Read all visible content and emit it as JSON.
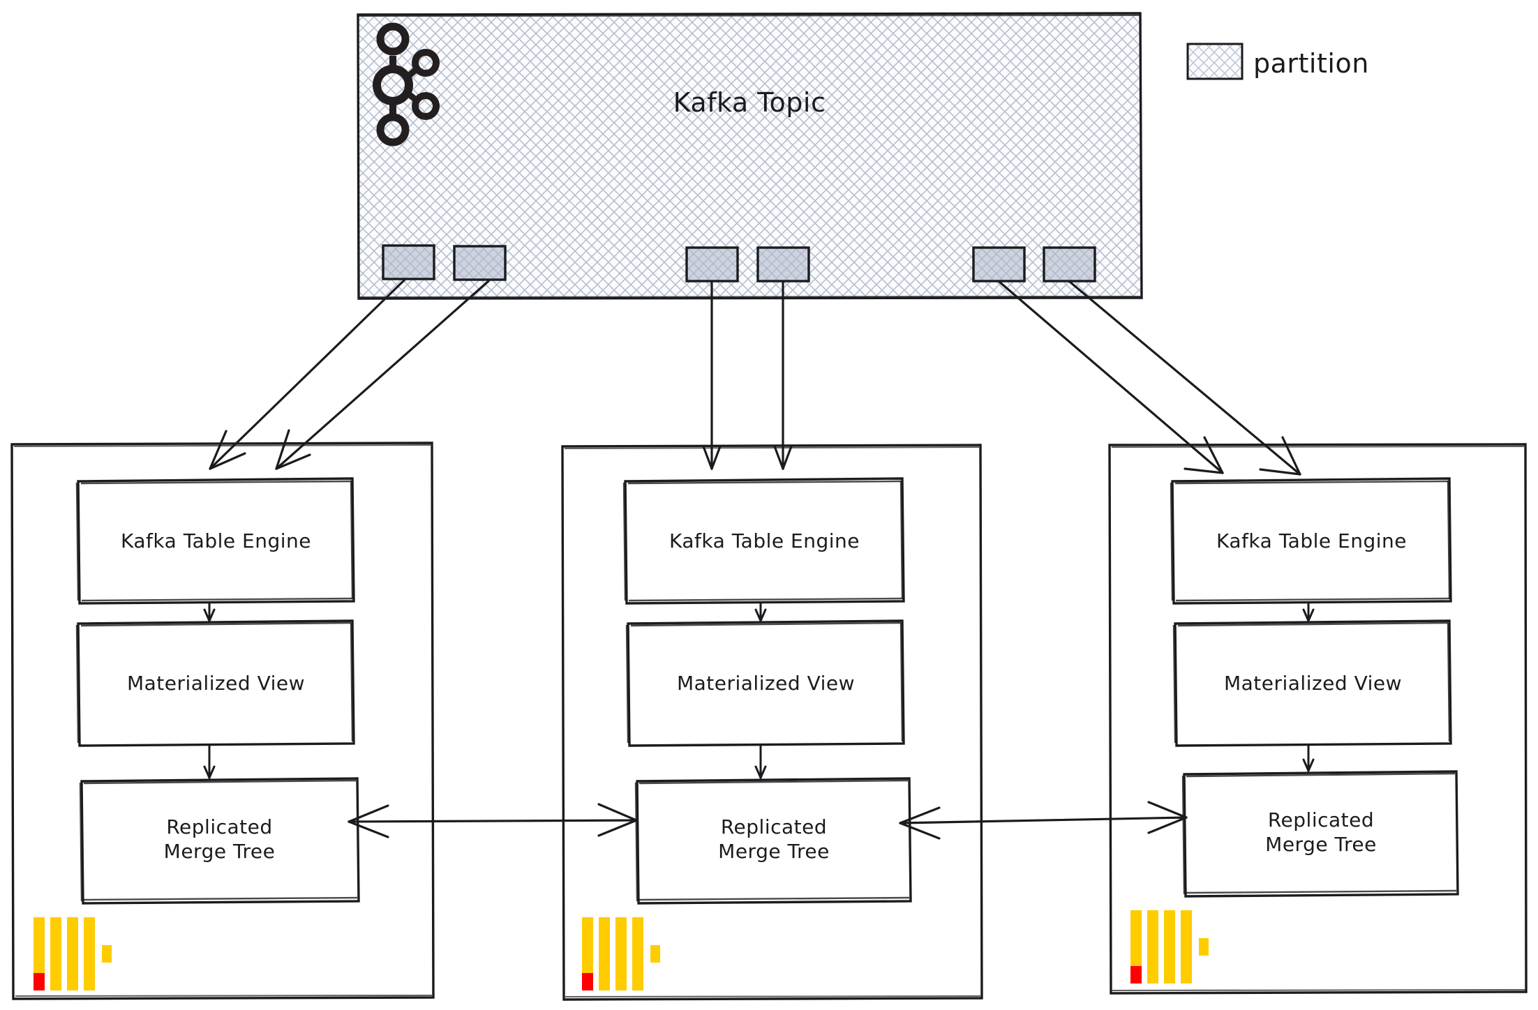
{
  "diagram": {
    "title_block": {
      "label": "Kafka Topic",
      "icon": "kafka-logo-icon",
      "fill_pattern": "cross-hatch",
      "stroke": "#1b1b1f"
    },
    "legend": {
      "swatch_pattern": "cross-hatch",
      "label": "partition"
    },
    "partitions": [
      {
        "id": "p0",
        "cluster": 0
      },
      {
        "id": "p1",
        "cluster": 0
      },
      {
        "id": "p2",
        "cluster": 1
      },
      {
        "id": "p3",
        "cluster": 1
      },
      {
        "id": "p4",
        "cluster": 2
      },
      {
        "id": "p5",
        "cluster": 2
      }
    ],
    "clusters": [
      {
        "id": "clickhouse-node-1",
        "logo": "clickhouse-logo-icon",
        "nodes": [
          {
            "id": "kafka-table-engine",
            "label": "Kafka Table Engine"
          },
          {
            "id": "materialized-view",
            "label": "Materialized View"
          },
          {
            "id": "replicated-merge-tree",
            "label": "Replicated\nMerge Tree"
          }
        ]
      },
      {
        "id": "clickhouse-node-2",
        "logo": "clickhouse-logo-icon",
        "nodes": [
          {
            "id": "kafka-table-engine",
            "label": "Kafka Table Engine"
          },
          {
            "id": "materialized-view",
            "label": "Materialized View"
          },
          {
            "id": "replicated-merge-tree",
            "label": "Replicated\nMerge Tree"
          }
        ]
      },
      {
        "id": "clickhouse-node-3",
        "logo": "clickhouse-logo-icon",
        "nodes": [
          {
            "id": "kafka-table-engine",
            "label": "Kafka Table Engine"
          },
          {
            "id": "materialized-view",
            "label": "Materialized View"
          },
          {
            "id": "replicated-merge-tree",
            "label": "Replicated\nMerge Tree"
          }
        ]
      }
    ],
    "colors": {
      "stroke": "#1b1b1f",
      "hatch": "#b6bfd0",
      "partition_fill": "#ced5e0",
      "logo_yellow": "#FFCC00",
      "logo_red": "#FF0000",
      "background": "#ffffff"
    }
  }
}
